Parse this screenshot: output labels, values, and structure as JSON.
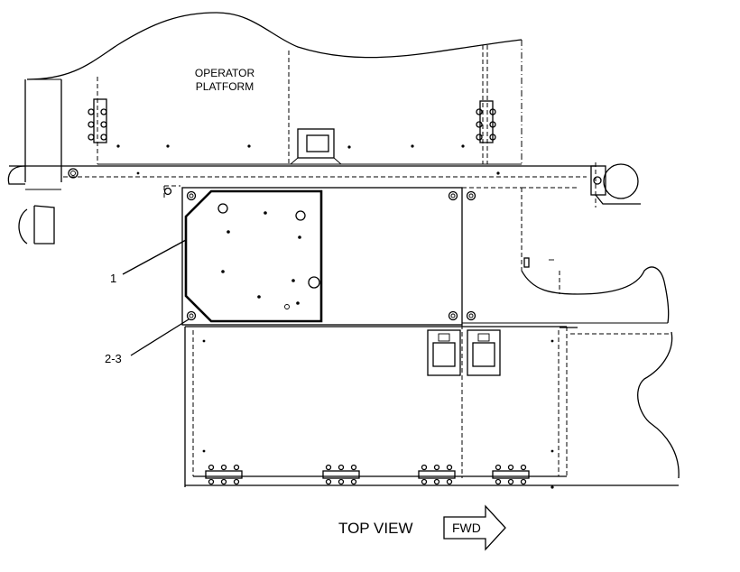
{
  "labels": {
    "operator_platform_line1": "OPERATOR",
    "operator_platform_line2": "PLATFORM",
    "callout_1": "1",
    "callout_2_3": "2-3",
    "view_title": "TOP VIEW",
    "forward_arrow": "FWD"
  }
}
